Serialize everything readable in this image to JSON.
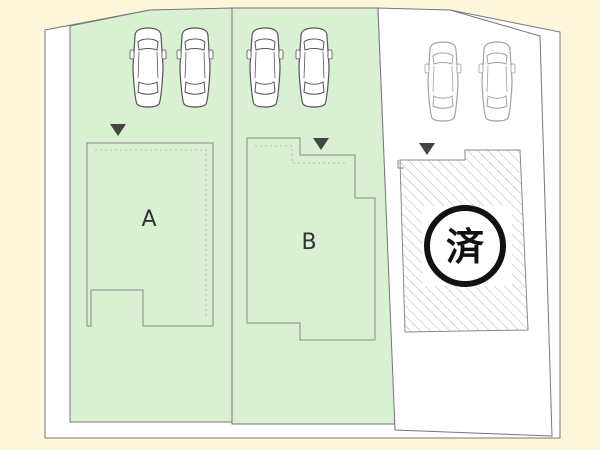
{
  "lots": [
    {
      "id": "A",
      "label": "A",
      "status": "available",
      "fill": "#d9f0d3"
    },
    {
      "id": "B",
      "label": "B",
      "status": "available",
      "fill": "#d9f0d3"
    },
    {
      "id": "C",
      "label": "",
      "status": "sold",
      "fill": "#ffffff"
    }
  ],
  "sold_stamp": {
    "text": "済",
    "color": "#111111"
  },
  "colors": {
    "background": "#fdf6da",
    "lot_outline": "#777777",
    "car_outline": "#555555",
    "marker": "#444444",
    "hatch": "#bbbbbb"
  },
  "icons": [
    "car-icon",
    "entrance-marker-icon"
  ]
}
